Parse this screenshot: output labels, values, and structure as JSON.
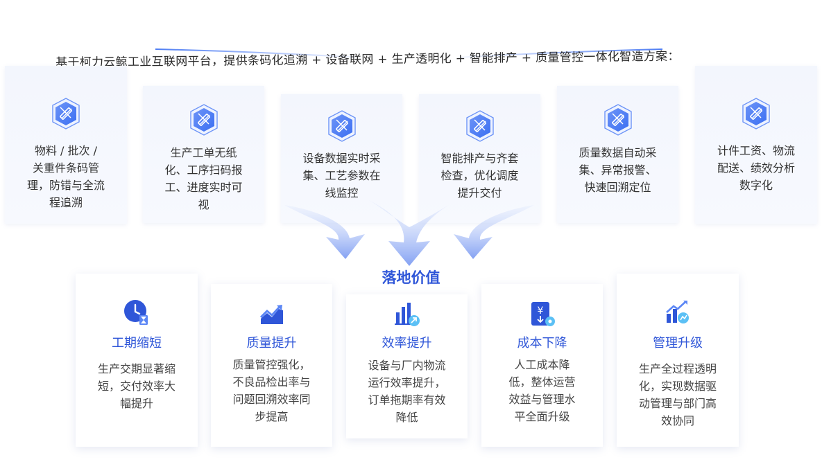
{
  "intro": "基于柯力云鲸工业互联网平台，提供条码化追溯 + 设备联网 + 生产透明化 + 智能排产 + 质量管控一体化智造方案：",
  "solutions": [
    {
      "text": "物料 / 批次 / 关重件条码管理，防错与全流程追溯",
      "lines": [
        "物料 / 批次 /",
        "关重件条码管",
        "理，防错与全流",
        "程追溯"
      ],
      "icon": "pencil-ruler-icon"
    },
    {
      "text": "生产工单无纸化、工序扫码报工、进度实时可视",
      "lines": [
        "生产工单无纸",
        "化、工序扫码报",
        "工、进度实时可",
        "视"
      ],
      "icon": "pencil-ruler-icon"
    },
    {
      "text": "设备数据实时采集、工艺参数在线监控",
      "lines": [
        "设备数据实时采",
        "集、工艺参数在",
        "线监控"
      ],
      "icon": "pencil-ruler-icon"
    },
    {
      "text": "智能排产与齐套检查，优化调度提升交付",
      "lines": [
        "智能排产与齐套",
        "检查，优化调度",
        "提升交付"
      ],
      "icon": "pencil-ruler-icon"
    },
    {
      "text": "质量数据自动采集、异常报警、快速回溯定位",
      "lines": [
        "质量数据自动采",
        "集、异常报警、",
        "快速回溯定位"
      ],
      "icon": "pencil-ruler-icon"
    },
    {
      "text": "计件工资、物流配送、绩效分析数字化",
      "lines": [
        "计件工资、物流",
        "配送、绩效分析",
        "数字化"
      ],
      "icon": "pencil-ruler-icon"
    }
  ],
  "value_title": "落地价值",
  "values": [
    {
      "title": "工期缩短",
      "lines": [
        "生产交期显著缩",
        "短，交付效率大",
        "幅提升"
      ],
      "icon": "clock-hourglass-icon"
    },
    {
      "title": "质量提升",
      "lines": [
        "质量管控强化，",
        "不良品检出率与",
        "问题回溯效率同",
        "步提高"
      ],
      "icon": "trend-chart-icon"
    },
    {
      "title": "效率提升",
      "lines": [
        "设备与厂内物流",
        "运行效率提升，",
        "订单拖期率有效",
        "降低"
      ],
      "icon": "bar-chart-arrow-icon"
    },
    {
      "title": "成本下降",
      "lines": [
        "人工成本降",
        "低，整体运营",
        "效益与管理水",
        "平全面升级"
      ],
      "icon": "yen-gear-icon"
    },
    {
      "title": "管理升级",
      "lines": [
        "生产全过程透明",
        "化，实现数据驱",
        "动管理与部门高",
        "效协同"
      ],
      "icon": "growth-chart-icon"
    }
  ],
  "colors": {
    "accent": "#2f56d8",
    "icon_blue": "#3b6ff2",
    "card_bg": "#f3f6fd"
  }
}
